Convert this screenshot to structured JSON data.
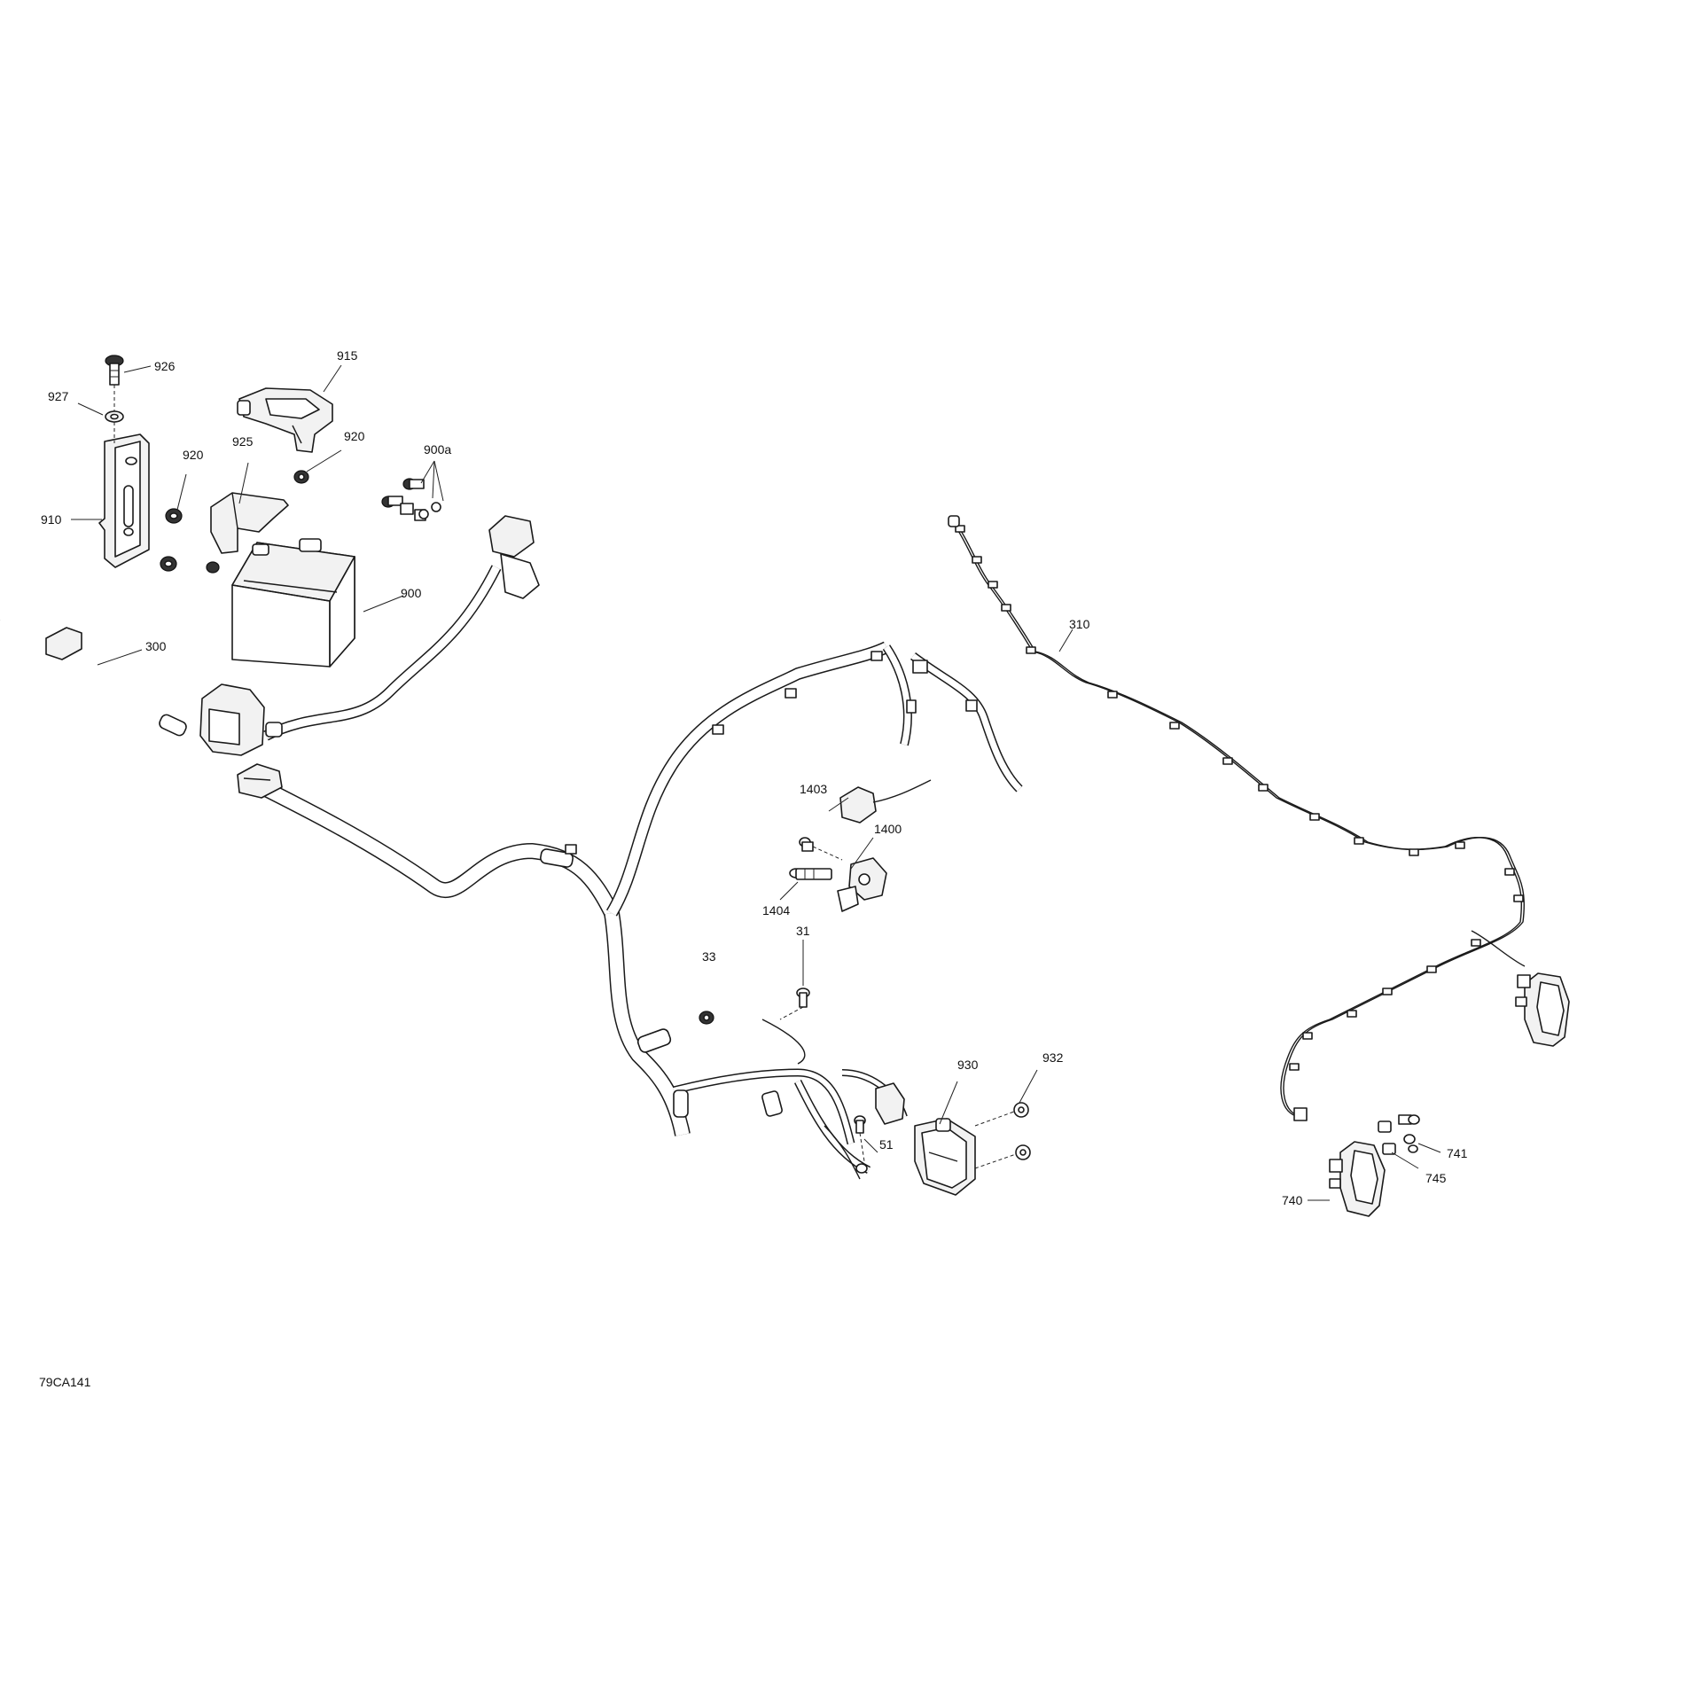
{
  "drawing_code": "79CA141",
  "callouts": {
    "c926": "926",
    "c927": "927",
    "c915": "915",
    "c920a": "920",
    "c920b": "920",
    "c925": "925",
    "c900a": "900a",
    "c910": "910",
    "c900": "900",
    "c300": "300",
    "c310": "310",
    "c1403": "1403",
    "c1400": "1400",
    "c1404": "1404",
    "c31": "31",
    "c33": "33",
    "c930": "930",
    "c932": "932",
    "c51": "51",
    "c741": "741",
    "c745": "745",
    "c740": "740"
  }
}
